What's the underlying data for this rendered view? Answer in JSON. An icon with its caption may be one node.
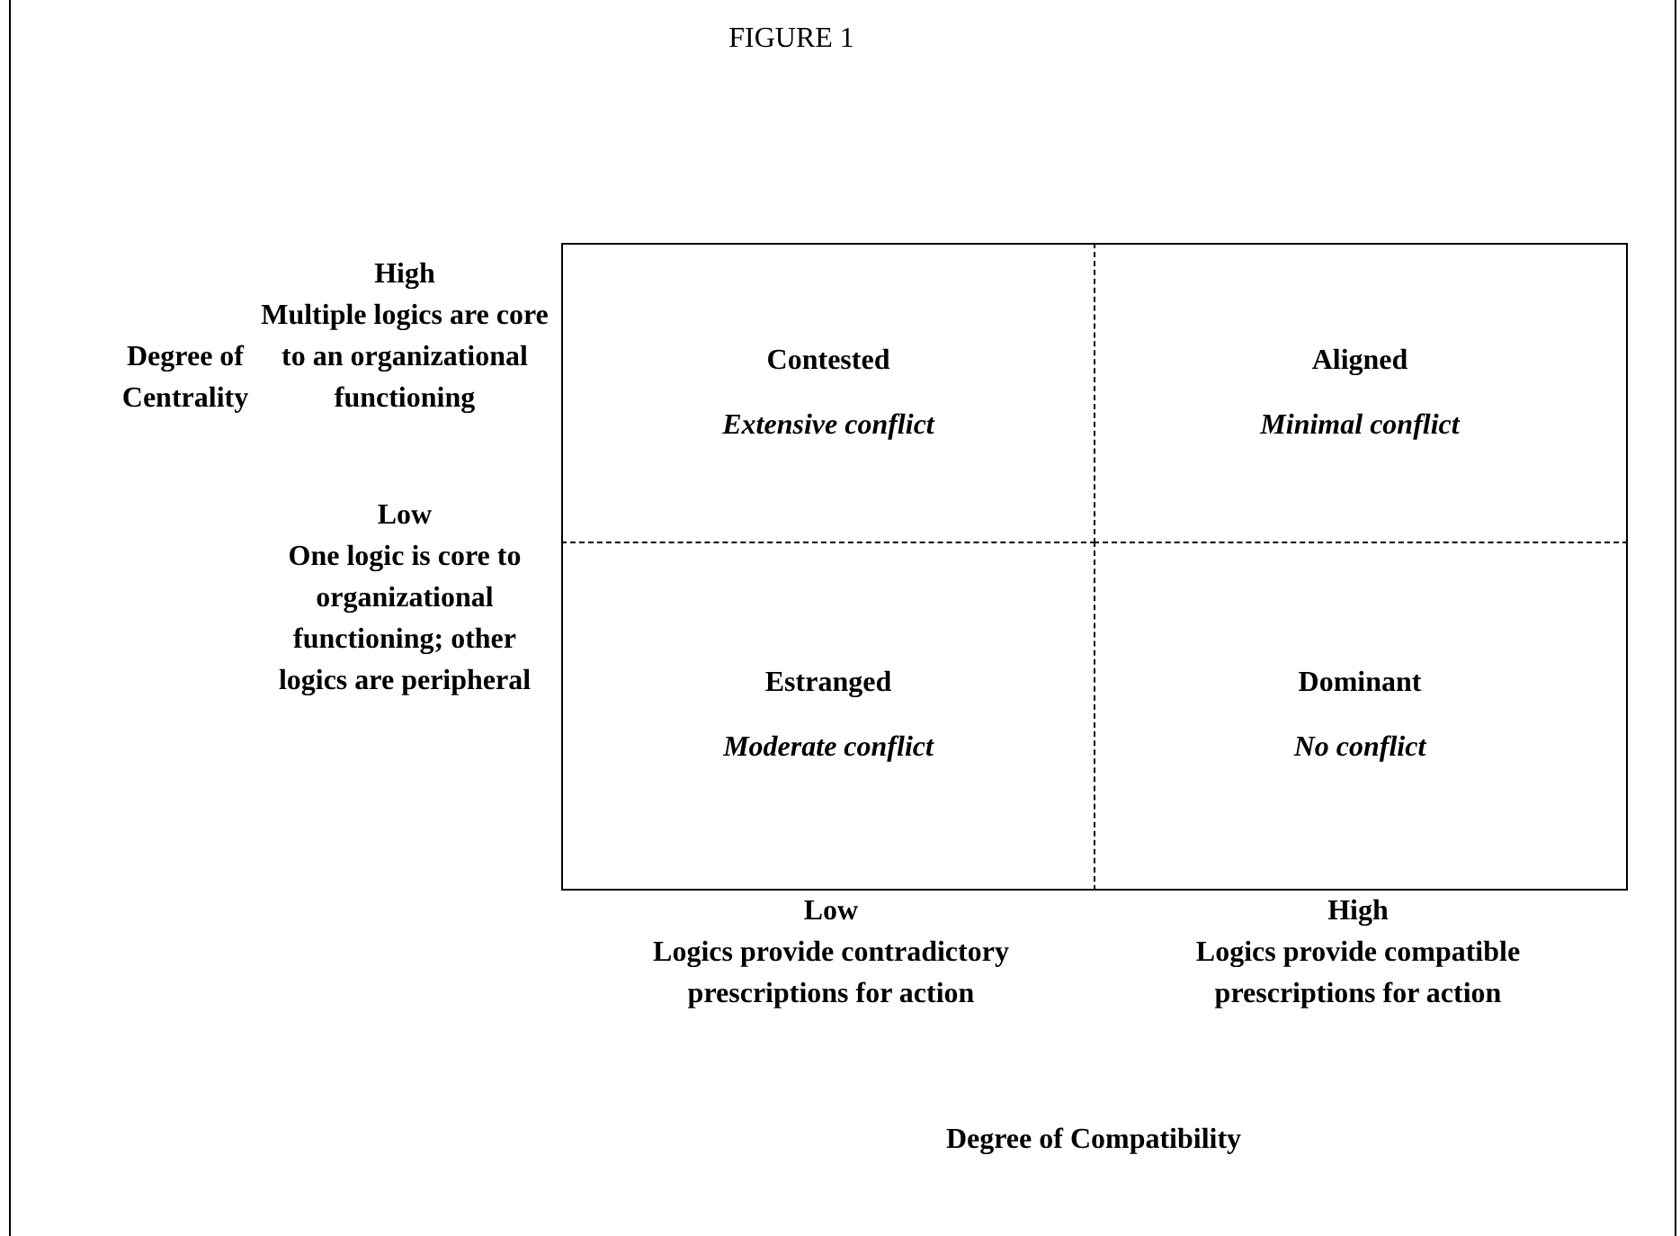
{
  "diagram": {
    "title": "FIGURE 1",
    "nodes": [
      {
        "text": [
          "Contested",
          "Extensive conflict"
        ]
      },
      {
        "text": [
          "Aligned",
          "Minimal conflict"
        ]
      },
      {
        "text": [
          "Estranged",
          "Moderate conflict"
        ]
      },
      {
        "text": [
          "Dominant",
          "No conflict"
        ]
      }
    ],
    "edges": [],
    "labels": [
      "High",
      "Multiple logics are core to an organizational functioning",
      "Degree of Centrality",
      "Low",
      "One logic is core to organizational functioning; other logics are peripheral",
      "Low",
      "Logics provide contradictory prescriptions for action",
      "High",
      "Logics provide compatible prescriptions for action",
      "Degree of Compatibility"
    ]
  }
}
